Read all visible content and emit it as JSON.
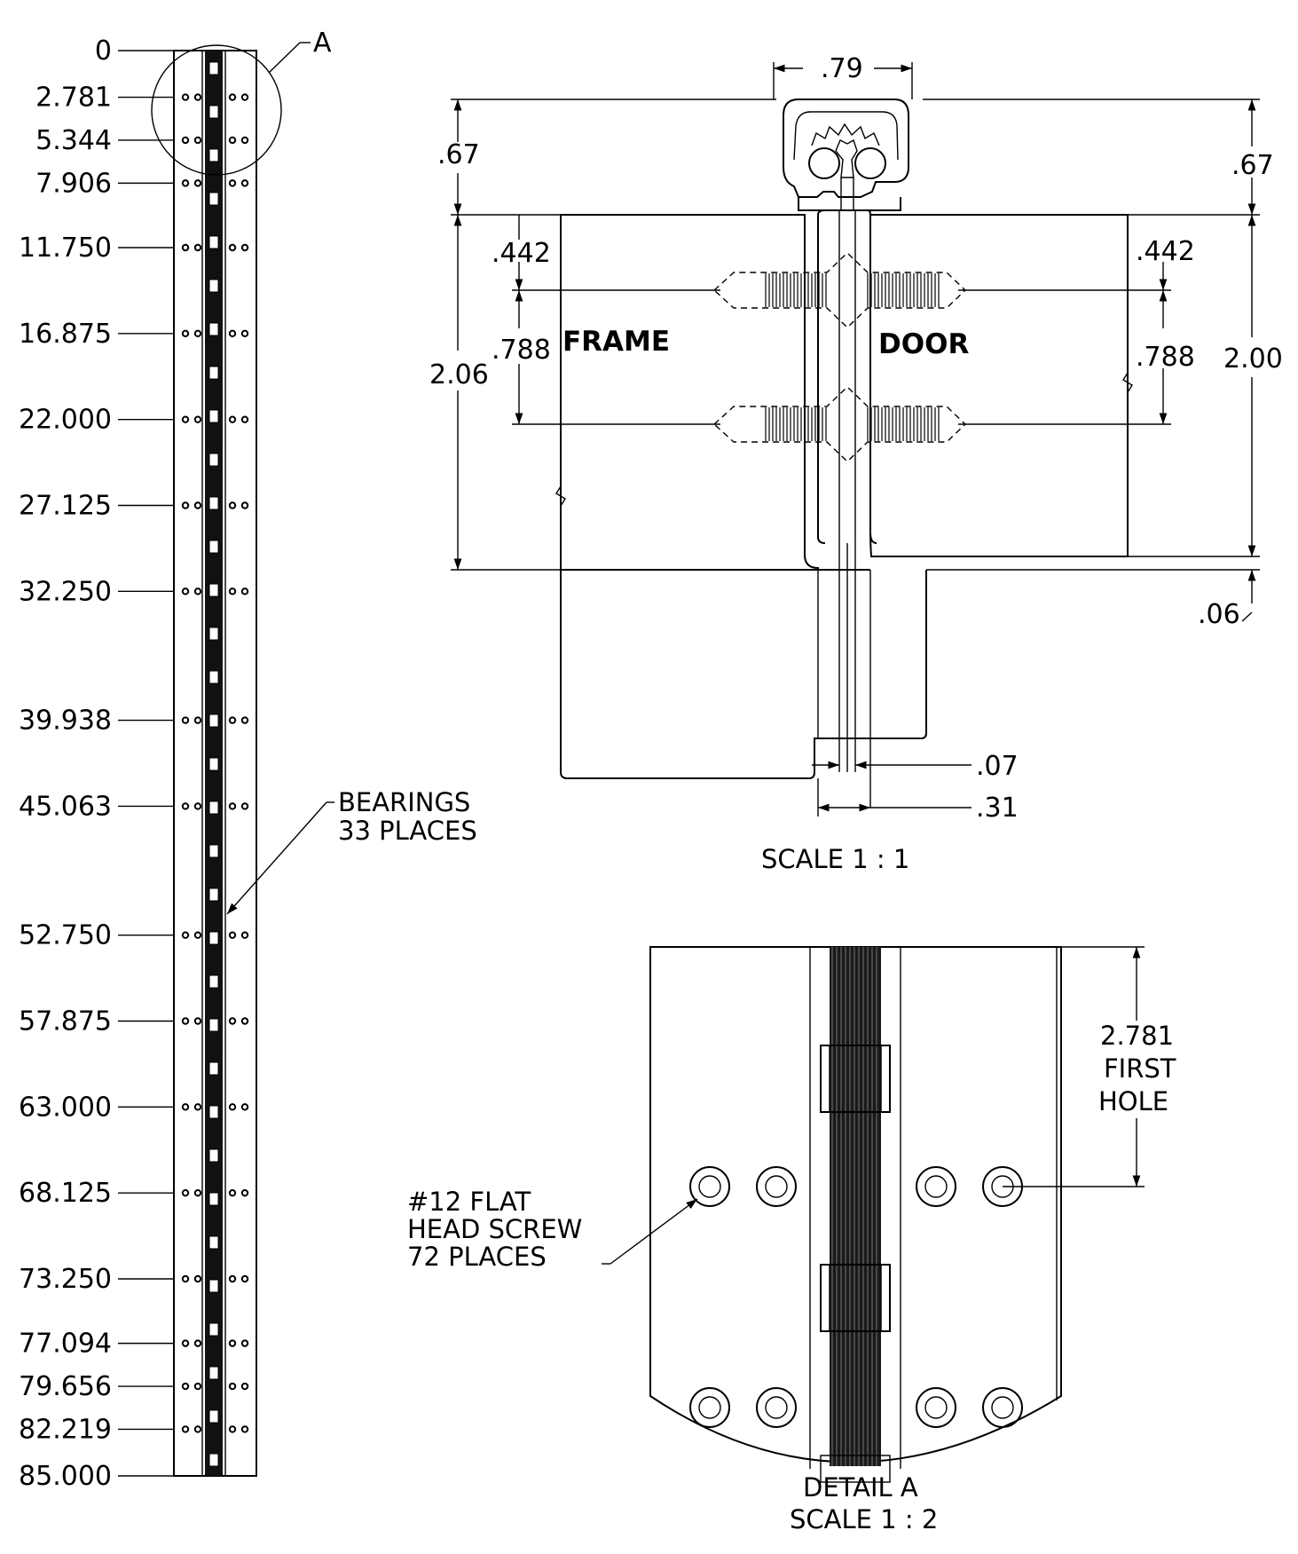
{
  "strip": {
    "stations": [
      "0",
      "2.781",
      "5.344",
      "7.906",
      "11.750",
      "16.875",
      "22.000",
      "27.125",
      "32.250",
      "39.938",
      "45.063",
      "52.750",
      "57.875",
      "63.000",
      "68.125",
      "73.250",
      "77.094",
      "79.656",
      "82.219",
      "85.000"
    ],
    "detail_callout": "A",
    "bearings_note": [
      "BEARINGS",
      "33 PLACES"
    ]
  },
  "section": {
    "frame_label": "FRAME",
    "door_label": "DOOR",
    "dims": {
      "top_width": ".79",
      "left_top_height": ".67",
      "right_top_height": ".67",
      "left_first_hole": ".442",
      "right_first_hole": ".442",
      "left_hole_spacing": ".788",
      "right_hole_spacing": ".788",
      "left_overall": "2.06",
      "right_overall": "2.00",
      "bottom_gap": ".06",
      "pin_gap": ".07",
      "knuckle_width": ".31"
    },
    "scale": "SCALE 1 : 1"
  },
  "detail": {
    "first_hole_note": [
      "2.781",
      "FIRST",
      "HOLE"
    ],
    "screw_note": [
      "#12 FLAT",
      "HEAD SCREW",
      "72 PLACES"
    ],
    "title": "DETAIL A",
    "scale": "SCALE 1 : 2"
  }
}
